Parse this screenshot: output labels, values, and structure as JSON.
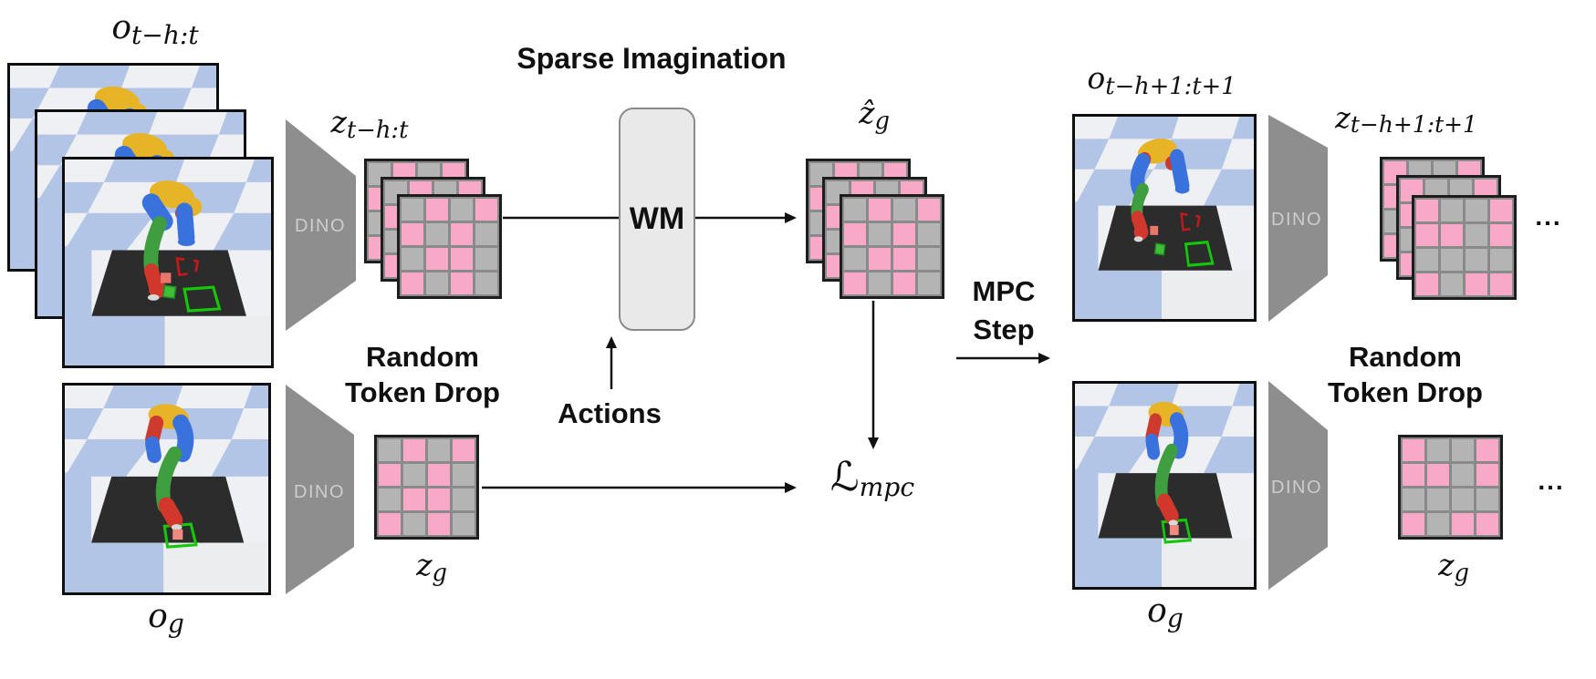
{
  "title": "Sparse Imagination",
  "colors": {
    "token_pink": "#f9a9c8",
    "token_gray": "#b4b4b4",
    "grid_line": "#8a8a8a",
    "grid_border": "#1d1d1d",
    "dino_gray": "#8e8e8e",
    "dino_text": "#cdcdcd",
    "wm_fill": "#e9e9e9",
    "arrow": "#111111",
    "checker_blue": "#b3c5e6",
    "table_dark": "#2c2c2c"
  },
  "patterns": {
    "a": [
      [
        0,
        1,
        0,
        1
      ],
      [
        1,
        0,
        1,
        0
      ],
      [
        0,
        1,
        1,
        0
      ],
      [
        1,
        0,
        1,
        0
      ]
    ],
    "b": [
      [
        1,
        0,
        0,
        1
      ],
      [
        1,
        1,
        0,
        1
      ],
      [
        0,
        0,
        0,
        0
      ],
      [
        1,
        0,
        1,
        1
      ]
    ]
  },
  "left": {
    "obs_label": {
      "base": "o",
      "sub": "t−h:t"
    },
    "encoder_obs": "DINO",
    "z_label": {
      "base": "z",
      "sub": "t−h:t"
    },
    "random_token_drop": {
      "line1": "Random",
      "line2": "Token Drop"
    },
    "zg_label": {
      "base": "z",
      "sub": "g"
    },
    "goal_label": {
      "base": "o",
      "sub": "g"
    },
    "encoder_goal": "DINO"
  },
  "middle": {
    "wm": "WM",
    "actions": "Actions",
    "zhat_label": {
      "base": "ẑ",
      "sub": "g"
    },
    "loss_label": {
      "base": "ℒ",
      "sub": "mpc"
    },
    "mpc_step": {
      "line1": "MPC",
      "line2": "Step"
    }
  },
  "right": {
    "obs_label": {
      "base": "o",
      "sub": "t−h+1:t+1"
    },
    "encoder_obs": "DINO",
    "z_label": {
      "base": "z",
      "sub": "t−h+1:t+1"
    },
    "ellipsis_top": "...",
    "random_token_drop": {
      "line1": "Random",
      "line2": "Token Drop"
    },
    "zg_label": {
      "base": "z",
      "sub": "g"
    },
    "ellipsis_bottom": "...",
    "goal_label": {
      "base": "o",
      "sub": "g"
    },
    "encoder_goal": "DINO"
  }
}
